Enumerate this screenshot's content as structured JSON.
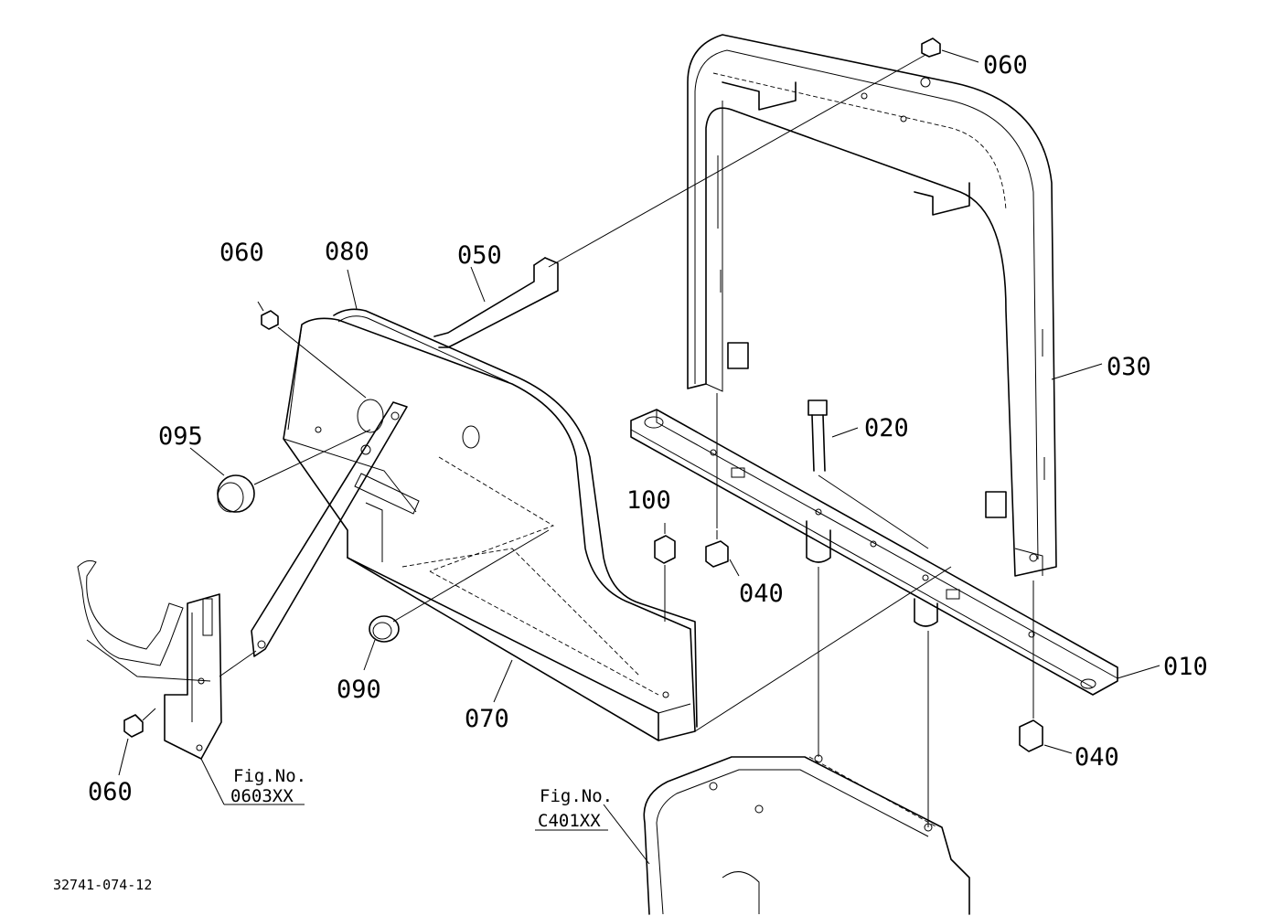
{
  "drawing_code": "32741-074-12",
  "parts": [
    {
      "id": "p010",
      "number": "010"
    },
    {
      "id": "p020",
      "number": "020"
    },
    {
      "id": "p030",
      "number": "030"
    },
    {
      "id": "p040a",
      "number": "040"
    },
    {
      "id": "p040b",
      "number": "040"
    },
    {
      "id": "p050",
      "number": "050"
    },
    {
      "id": "p060a",
      "number": "060"
    },
    {
      "id": "p060b",
      "number": "060"
    },
    {
      "id": "p060c",
      "number": "060"
    },
    {
      "id": "p070",
      "number": "070"
    },
    {
      "id": "p080",
      "number": "080"
    },
    {
      "id": "p090",
      "number": "090"
    },
    {
      "id": "p095",
      "number": "095"
    },
    {
      "id": "p100",
      "number": "100"
    }
  ],
  "references": [
    {
      "id": "ref1",
      "caption": "Fig.No.",
      "code": "0603XX"
    },
    {
      "id": "ref2",
      "caption": "Fig.No.",
      "code": "C401XX"
    }
  ]
}
